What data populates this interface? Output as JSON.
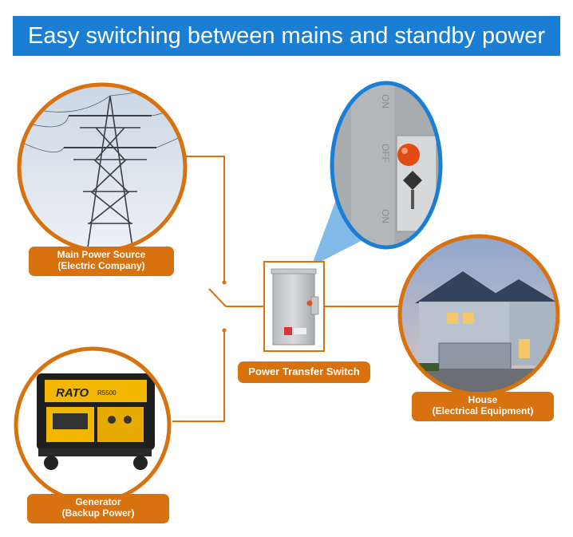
{
  "banner": {
    "title": "Easy switching between mains and standby power"
  },
  "nodes": {
    "main_power": {
      "line1": "Main Power Source",
      "line2": "(Electric Company)"
    },
    "generator": {
      "line1": "Generator",
      "line2": "(Backup Power)"
    },
    "switch": {
      "label": "Power Transfer Switch"
    },
    "house": {
      "line1": "House",
      "line2": "(Electrical Equipment)"
    }
  },
  "switch_detail": {
    "on_top": "ON",
    "off": "OFF",
    "on_bottom": "ON"
  },
  "generator_brand": {
    "brand": "RATO",
    "model": "R5500"
  },
  "colors": {
    "banner": "#1a7fd4",
    "accent": "#d7720f",
    "callout": "#1a7fd4"
  }
}
